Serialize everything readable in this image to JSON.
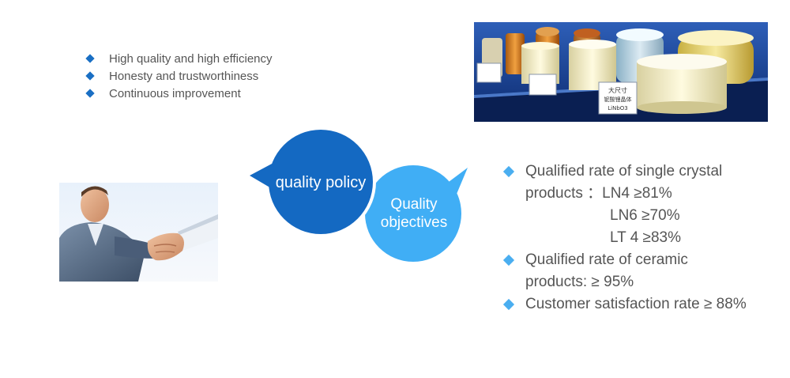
{
  "policy": {
    "items": [
      "High quality and high efficiency",
      "Honesty and trustworthiness",
      "Continuous improvement"
    ]
  },
  "bubbles": {
    "policy_label": "quality policy",
    "objectives_line1": "Quality",
    "objectives_line2": "objectives",
    "policy_color": "#1469c2",
    "objectives_color": "#40aef5"
  },
  "objectives": {
    "crystal_line1": "Qualified rate of single crystal",
    "crystal_line2": "products ：LN4 ≥81%",
    "crystal_ln6": "LN6 ≥70%",
    "crystal_lt4": "LT 4 ≥83%",
    "ceramic_line1": "Qualified rate of ceramic",
    "ceramic_line2": "products: ≥ 95%",
    "satisfaction": "Customer satisfaction rate ≥ 88%"
  },
  "photo_labels": {
    "label1": "大尺寸",
    "label2": "铌酸锂晶体",
    "label3": "LiNbO3"
  }
}
